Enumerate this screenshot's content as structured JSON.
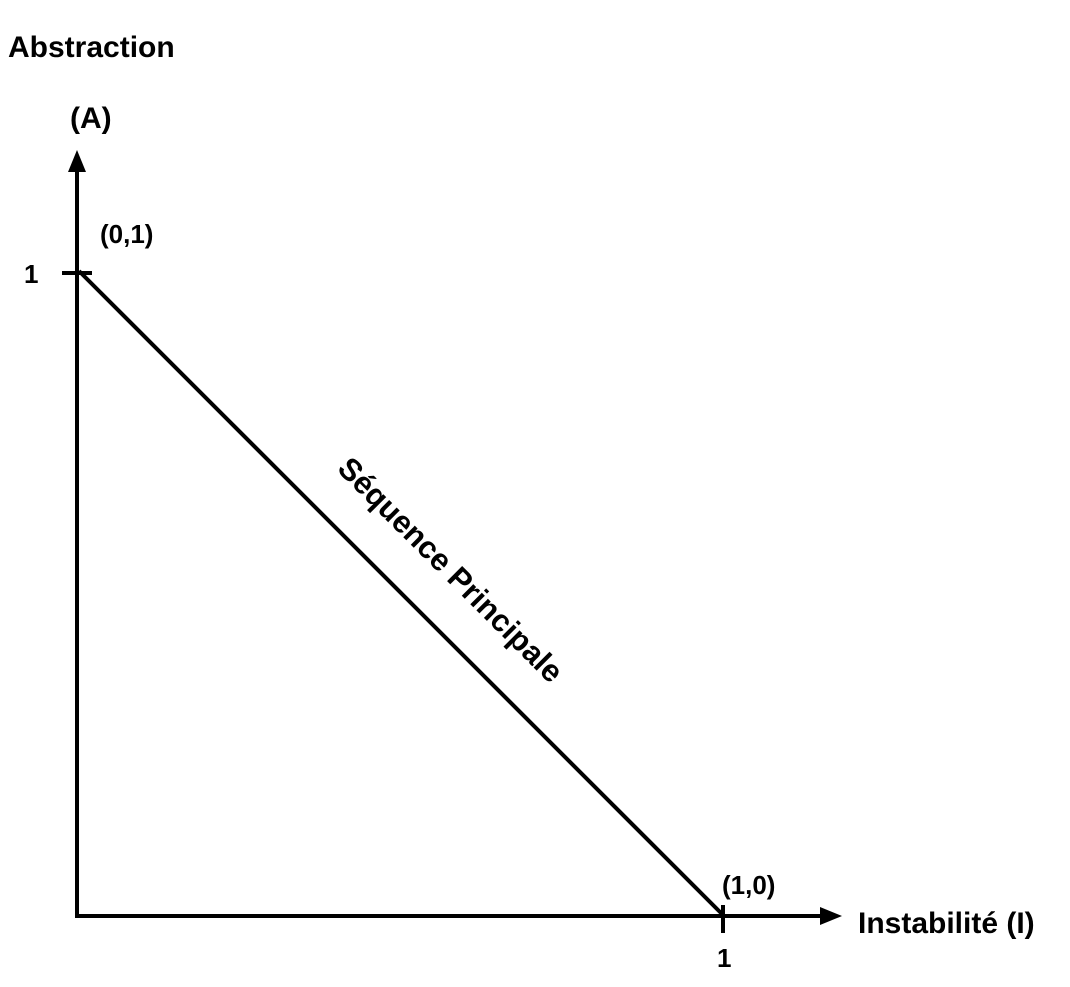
{
  "diagram": {
    "y_axis": {
      "title_line1": "Abstraction",
      "title_line2": "(A)",
      "tick_label": "1"
    },
    "x_axis": {
      "title": "Instabilité (I)",
      "tick_label": "1"
    },
    "points": {
      "top_left_label": "(0,1)",
      "bottom_right_label": "(1,0)"
    },
    "main_line_label": "Séquence Principale",
    "colors": {
      "stroke": "#000000",
      "background": "#ffffff"
    }
  }
}
